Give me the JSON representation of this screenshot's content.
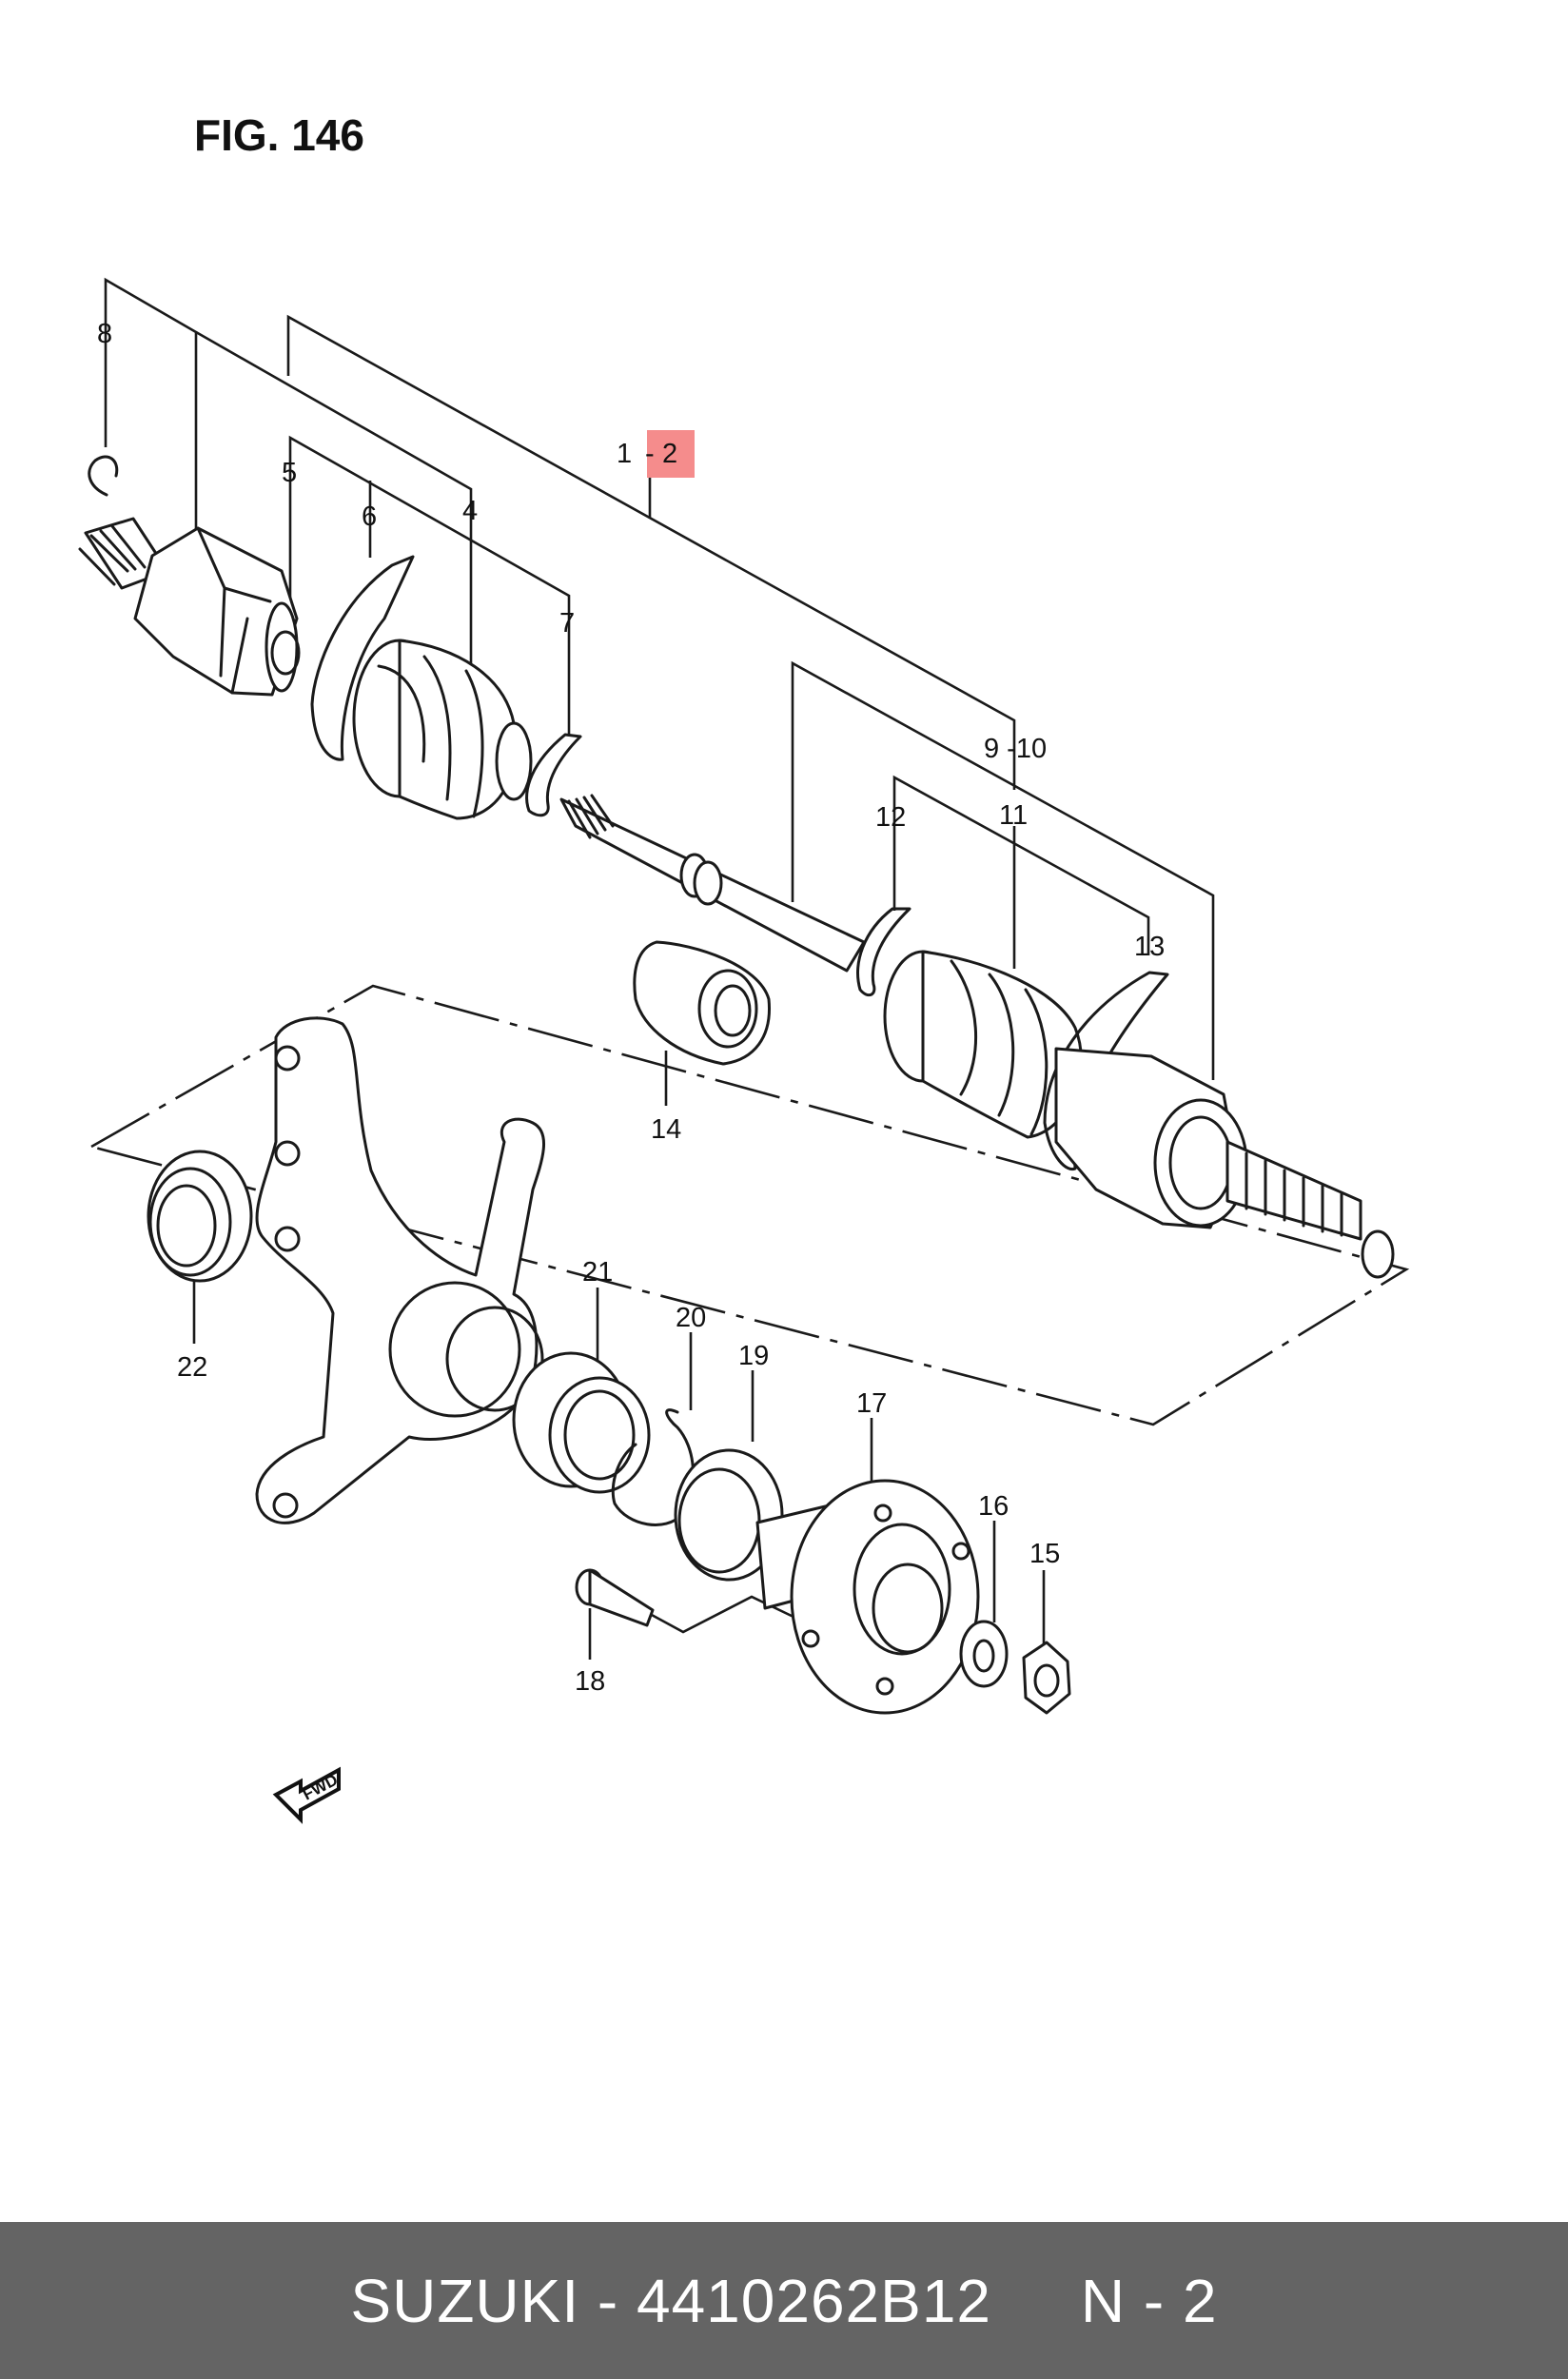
{
  "figure_title": "FIG. 146",
  "highlight_color": "#f58c8c",
  "callouts": {
    "c1_2_left": "1",
    "c1_2_dash": "-",
    "c1_2_right": "2",
    "c4": "4",
    "c5": "5",
    "c6": "6",
    "c7": "7",
    "c8": "8",
    "c9_10": "9 -10",
    "c11": "11",
    "c12": "12",
    "c13": "13",
    "c14": "14",
    "c15": "15",
    "c16": "16",
    "c17": "17",
    "c18": "18",
    "c19": "19",
    "c20": "20",
    "c21": "21",
    "c22": "22"
  },
  "fwd_label": "FWD",
  "footer": {
    "text": "SUZUKI - 4410262B12     N - 2",
    "background": "#646464"
  }
}
